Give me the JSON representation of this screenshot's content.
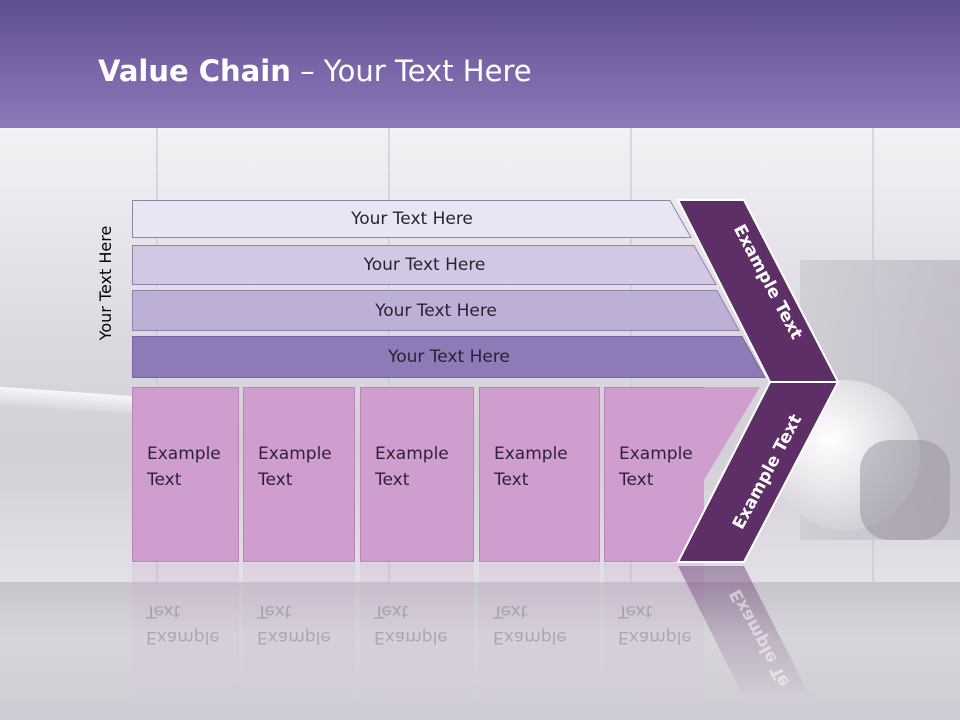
{
  "slide": {
    "title_bold": "Value Chain",
    "title_rest": " – Your Text Here",
    "side_label": "Your Text Here",
    "bars": [
      {
        "label": "Your Text Here",
        "color": "#e9e5f3"
      },
      {
        "label": "Your Text Here",
        "color": "#d2c8e4"
      },
      {
        "label": "Your Text Here",
        "color": "#bdafd6"
      },
      {
        "label": "Your Text Here",
        "color": "#8f7ab8"
      }
    ],
    "cards": [
      {
        "line1": "Example",
        "line2": "Text"
      },
      {
        "line1": "Example",
        "line2": "Text"
      },
      {
        "line1": "Example",
        "line2": "Text"
      },
      {
        "line1": "Example",
        "line2": "Text"
      },
      {
        "line1": "Example",
        "line2": "Text"
      }
    ],
    "chevron_upper_text": "Example Text",
    "chevron_lower_text": "Example Text",
    "chevron_reflect_text": "Example Te",
    "colors": {
      "header": "#7a66a8",
      "chevron": "#5e2f66",
      "card": "#cf9ecf"
    }
  }
}
